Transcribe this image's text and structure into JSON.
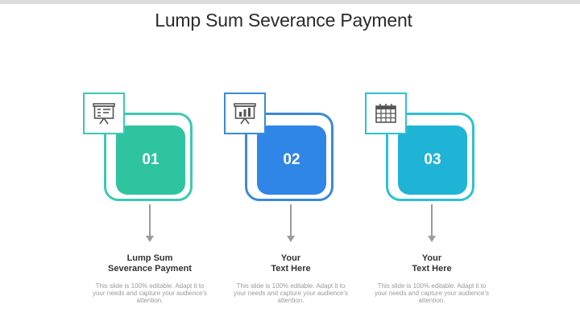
{
  "title": "Lump Sum Severance Payment",
  "steps": [
    {
      "number": "01",
      "heading_line1": "Lump Sum",
      "heading_line2": "Severance Payment",
      "description": "This slide is 100% editable. Adapt it to your needs and capture your audience's attention.",
      "icon": "presentation-board-icon",
      "accent_color": "#2ec4a0",
      "frame_color": "#3cc8b4"
    },
    {
      "number": "02",
      "heading_line1": "Your",
      "heading_line2": "Text Here",
      "description": "This slide is 100% editable. Adapt it to your needs and capture your audience's attention.",
      "icon": "bar-chart-board-icon",
      "accent_color": "#2f86e6",
      "frame_color": "#3a8ad8"
    },
    {
      "number": "03",
      "heading_line1": "Your",
      "heading_line2": "Text Here",
      "description": "This slide is 100% editable. Adapt it to your needs and capture your audience's attention.",
      "icon": "calendar-grid-icon",
      "accent_color": "#1fb4d6",
      "frame_color": "#2ec0d4"
    }
  ]
}
